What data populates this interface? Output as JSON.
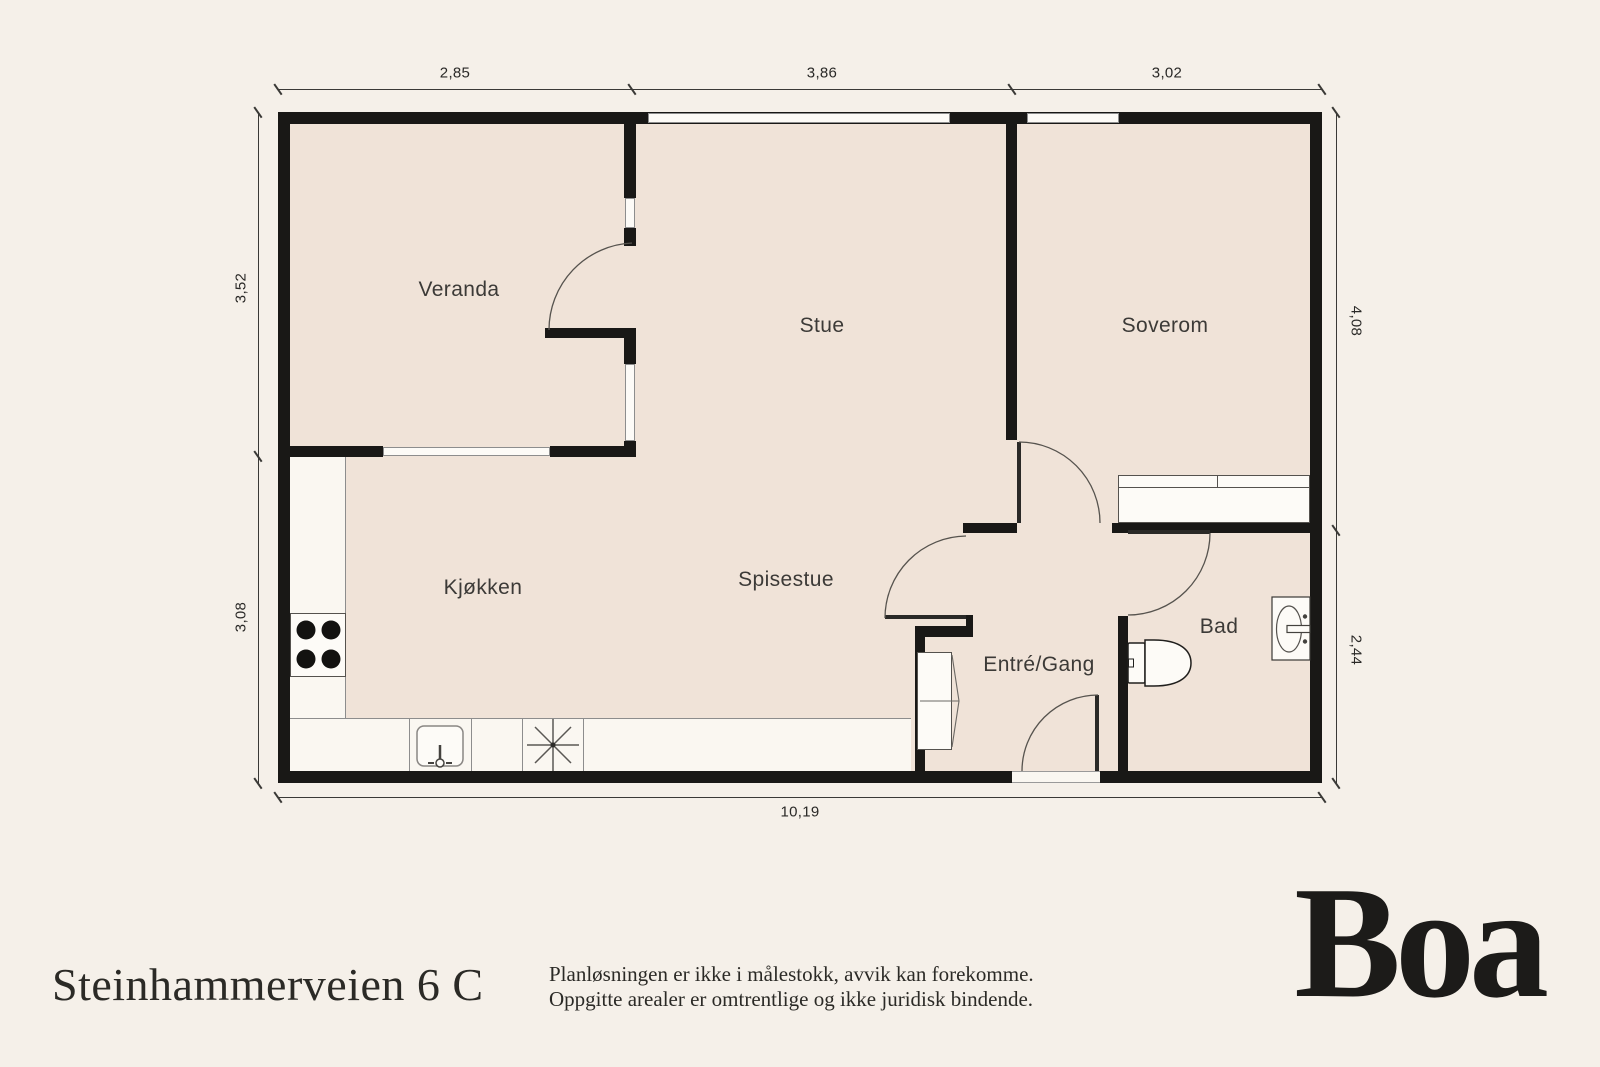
{
  "floorplan": {
    "rooms": {
      "veranda": "Veranda",
      "stue": "Stue",
      "soverom": "Soverom",
      "kjokken": "Kjøkken",
      "spisestue": "Spisestue",
      "entre": "Entré/Gang",
      "bad": "Bad"
    },
    "dimensions": {
      "top": [
        "2,85",
        "3,86",
        "3,02"
      ],
      "left": [
        "3,52",
        "3,08"
      ],
      "right": [
        "4,08",
        "2,44"
      ],
      "bottom": [
        "10,19"
      ]
    },
    "icons": {
      "cooktop": "four-burner-circles",
      "kitchen_sink": "rounded-square-with-faucet",
      "star": "eight-spoke-asterisk",
      "toilet": "tank-and-bowl",
      "washbasin": "oval-basin-in-cabinet",
      "wardrobe": "rect-with-arrow"
    },
    "colors": {
      "background": "#f5f0e9",
      "floor": "#f0e3d8",
      "wall": "#191816",
      "fixture_fill": "#fdfbf7",
      "window_line": "#8d8d8d"
    }
  },
  "footer": {
    "address": "Steinhammerveien 6 C",
    "disclaimer_line1": "Planløsningen er ikke i målestokk, avvik kan forekomme.",
    "disclaimer_line2": "Oppgitte arealer er omtrentlige og ikke juridisk bindende.",
    "logo": "Boa"
  }
}
